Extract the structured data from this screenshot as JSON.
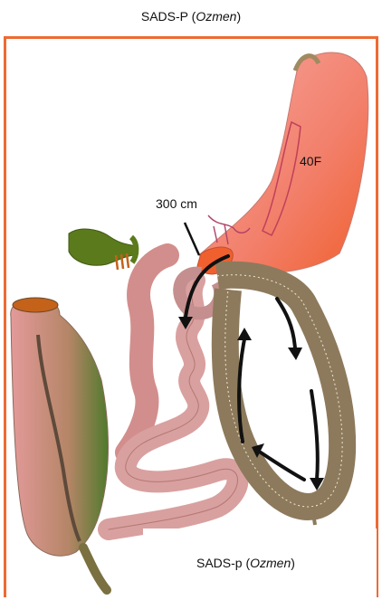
{
  "title": {
    "prefix": "SADS-P (",
    "italic": "Ozmen",
    "suffix": ")"
  },
  "labels": {
    "bougie": "40F",
    "length": "300 cm"
  },
  "caption": {
    "prefix": "SADS-p (",
    "italic": "Ozmen",
    "suffix": ")"
  },
  "colors": {
    "frame": "#ee6a33",
    "stomach": "#f07a66",
    "intestine": "#d28e8c",
    "common_channel": "#8d7a5c",
    "colon_dark": "#4f7a2c",
    "gallbladder": "#5b7a1c",
    "arrows": "#111111"
  }
}
